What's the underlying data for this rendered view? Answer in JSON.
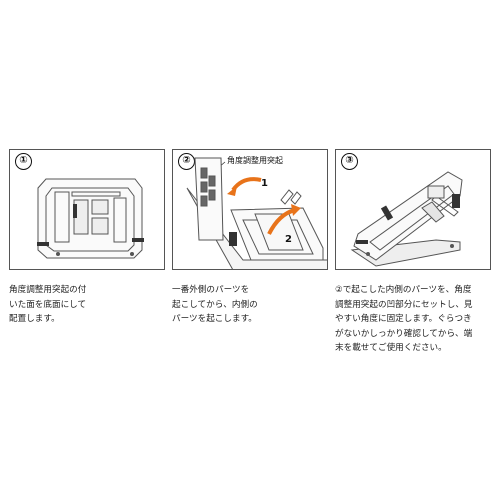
{
  "steps": [
    {
      "number": "①",
      "caption_lines": [
        "角度調整用突起の付",
        "いた面を底面にして",
        "配置します。"
      ]
    },
    {
      "number": "②",
      "callout": "角度調整用突起",
      "arrow1": "1",
      "arrow2": "2",
      "caption_lines": [
        "一番外側のパーツを",
        "起こしてから、内側の",
        "パーツを起こします。"
      ]
    },
    {
      "number": "③",
      "caption_lines": [
        "②で起こした内側のパーツを、角度",
        "調整用突起の凹部分にセットし、見",
        "やすい角度に固定します。ぐらつき",
        "がないかしっかり確認してから、端",
        "末を載せてご使用ください。"
      ]
    }
  ],
  "colors": {
    "arrow": "#e8731a",
    "line": "#555555",
    "fill": "#d9d9d9"
  }
}
